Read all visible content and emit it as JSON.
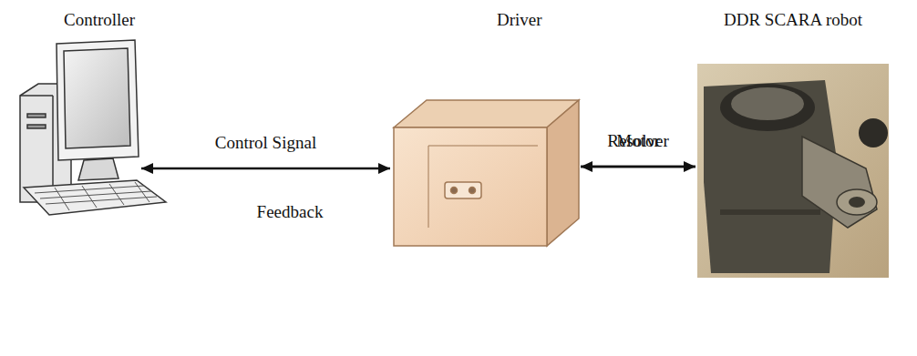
{
  "diagram": {
    "nodes": [
      {
        "text": [
          "Controller"
        ]
      },
      {
        "text": [
          "Driver"
        ]
      },
      {
        "text": [
          "DDR SCARA robot"
        ]
      }
    ],
    "edges": [
      {
        "from": 0,
        "to": 1,
        "arrow": "both",
        "label": "Control Signal"
      },
      {
        "from": 1,
        "to": 2,
        "arrow": "to",
        "label": "Motor"
      },
      {
        "from": 2,
        "to": 1,
        "arrow": "to",
        "label": "Resolver"
      }
    ],
    "labels": [
      "Feedback"
    ]
  }
}
